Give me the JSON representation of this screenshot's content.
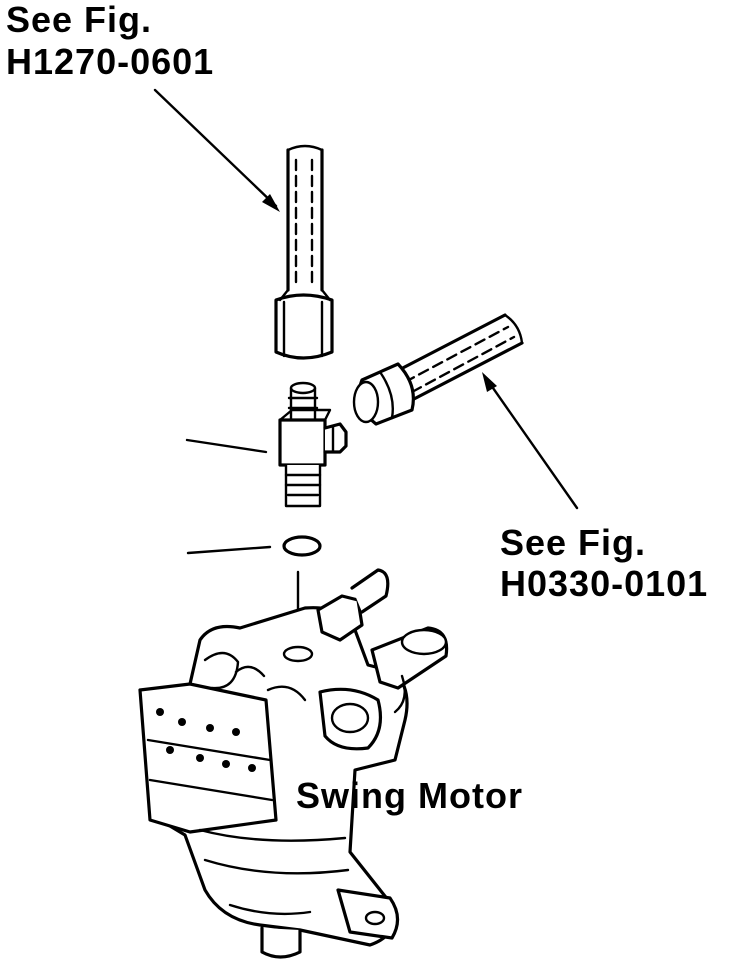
{
  "callouts": {
    "top": {
      "line1": "See Fig.",
      "line2": "H1270-0601"
    },
    "right": {
      "line1": "See Fig.",
      "line2": "H0330-0101"
    }
  },
  "component_label": "Swing Motor",
  "colors": {
    "ink": "#000000",
    "paper": "#ffffff"
  }
}
